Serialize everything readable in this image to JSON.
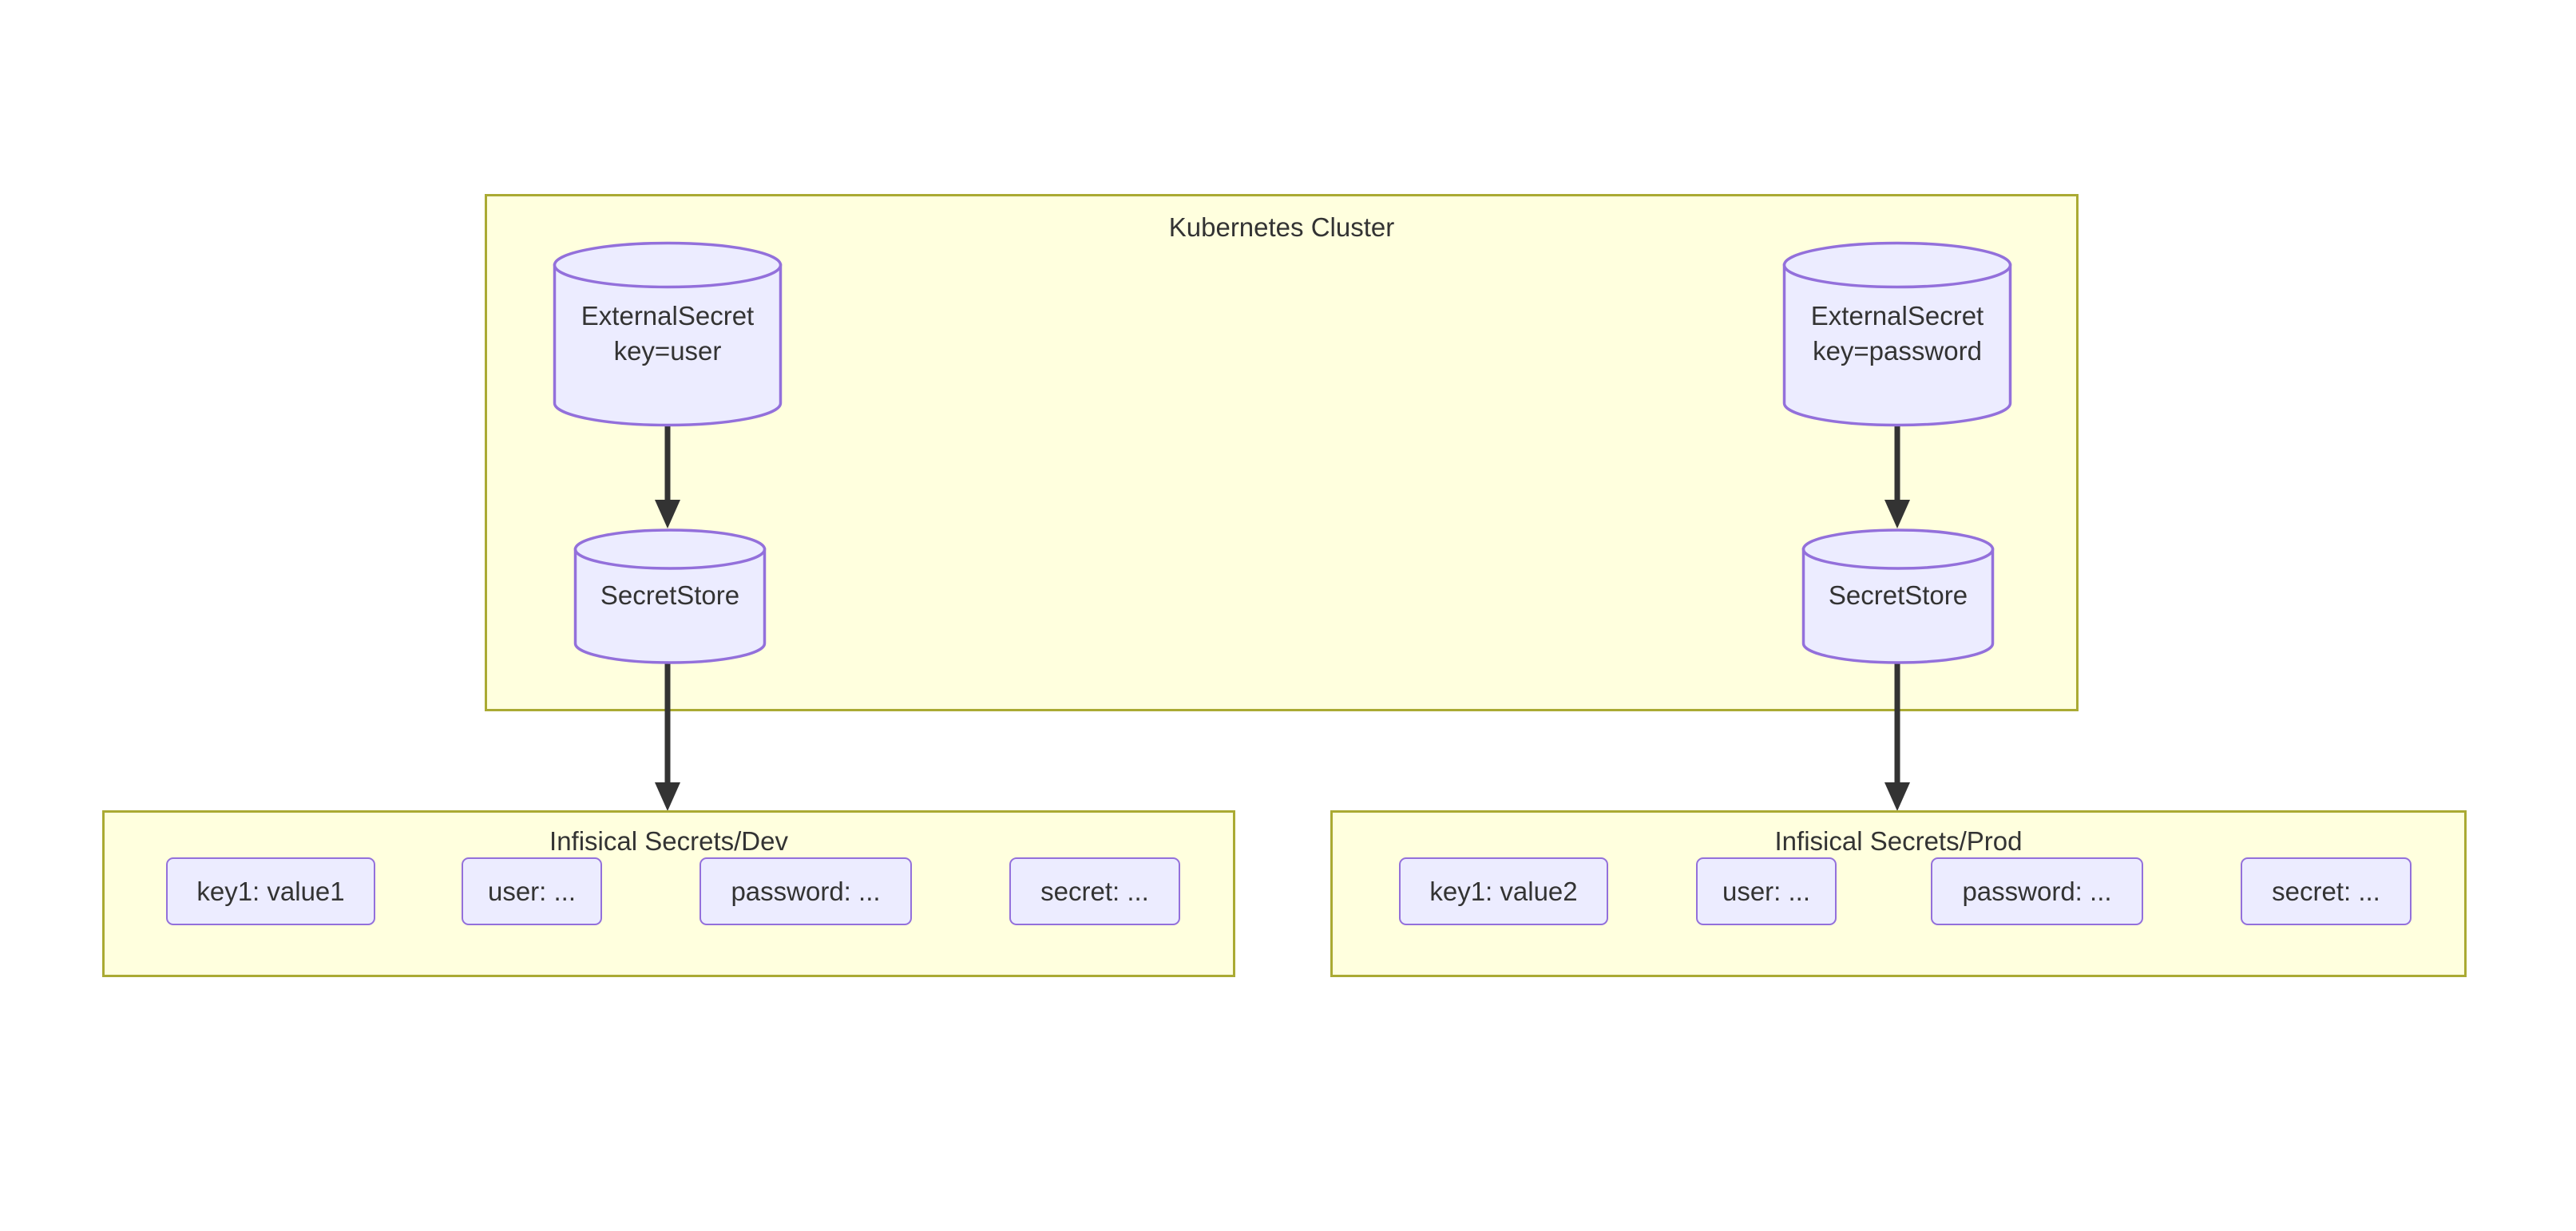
{
  "theme": {
    "subgraph_fill": "#ffffde",
    "subgraph_stroke": "#aaaa33",
    "node_fill": "#ececff",
    "node_stroke": "#9370db",
    "edge_color": "#333333",
    "text_color": "#333333",
    "background": "#ffffff"
  },
  "cluster": {
    "title": "Kubernetes Cluster",
    "nodes": {
      "external_secret_user": {
        "line1": "ExternalSecret",
        "line2": "key=user",
        "shape": "cylinder"
      },
      "secret_store_dev": {
        "line1": "SecretStore",
        "shape": "cylinder"
      },
      "external_secret_password": {
        "line1": "ExternalSecret",
        "line2": "key=password",
        "shape": "cylinder"
      },
      "secret_store_prod": {
        "line1": "SecretStore",
        "shape": "cylinder"
      }
    }
  },
  "dev_store": {
    "title": "Infisical Secrets/Dev",
    "items": [
      {
        "label": "key1: value1"
      },
      {
        "label": "user: ..."
      },
      {
        "label": "password: ..."
      },
      {
        "label": "secret: ..."
      }
    ]
  },
  "prod_store": {
    "title": "Infisical Secrets/Prod",
    "items": [
      {
        "label": "key1: value2"
      },
      {
        "label": "user: ..."
      },
      {
        "label": "password: ..."
      },
      {
        "label": "secret: ..."
      }
    ]
  },
  "edges": [
    {
      "from": "external_secret_user",
      "to": "secret_store_dev",
      "arrow": "solid"
    },
    {
      "from": "secret_store_dev",
      "to": "dev_store",
      "arrow": "solid"
    },
    {
      "from": "external_secret_password",
      "to": "secret_store_prod",
      "arrow": "solid"
    },
    {
      "from": "secret_store_prod",
      "to": "prod_store",
      "arrow": "solid"
    }
  ]
}
